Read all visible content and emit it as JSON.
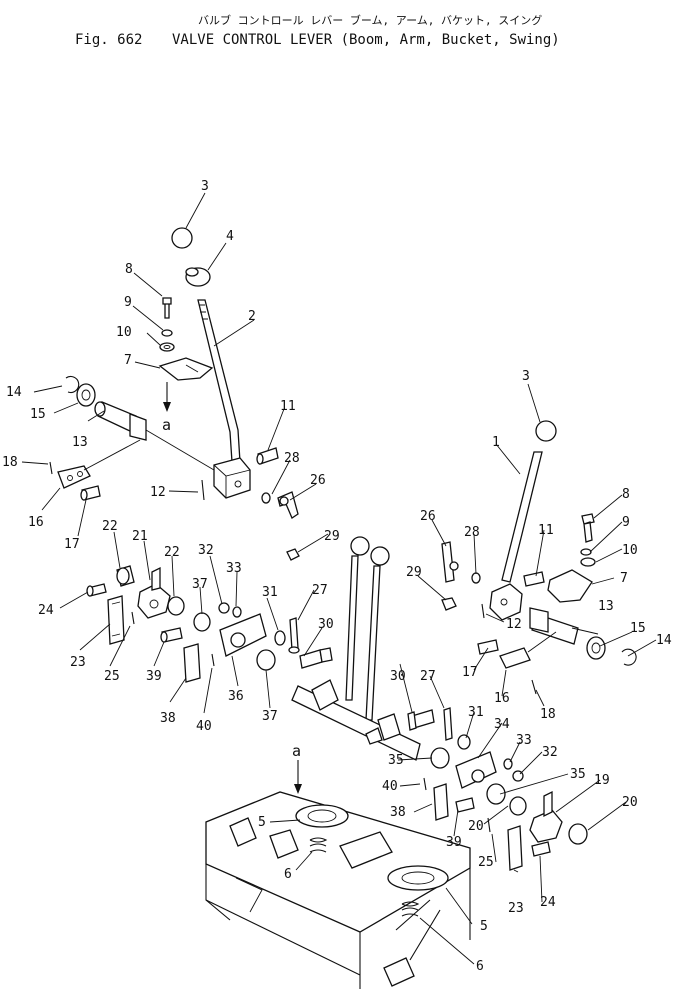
{
  "header": {
    "japanese_title": "バルブ コントロール レバー  ブーム, アーム, バケット, スイング",
    "fig_number": "Fig. 662",
    "english_title": "VALVE CONTROL LEVER (Boom, Arm, Bucket, Swing)"
  },
  "view_marker": "a",
  "labels": {
    "l3a": "3",
    "l4": "4",
    "l8a": "8",
    "l9a": "9",
    "l10a": "10",
    "l7a": "7",
    "l2": "2",
    "l14a": "14",
    "l15a": "15",
    "l13a": "13",
    "la1": "a",
    "l18a": "18",
    "l16a": "16",
    "l17a": "17",
    "l12a": "12",
    "l11a": "11",
    "l28a": "28",
    "l26a": "26",
    "l22a": "22",
    "l21": "21",
    "l22b": "22",
    "l32a": "32",
    "l33a": "33",
    "l37a": "37",
    "l24a": "24",
    "l23a": "23",
    "l25a": "25",
    "l39a": "39",
    "l38a": "38",
    "l40a": "40",
    "l36": "36",
    "l37b": "37",
    "l31a": "31",
    "l29a": "29",
    "l27a": "27",
    "l30a": "30",
    "l3b": "3",
    "l1": "1",
    "l8b": "8",
    "l9b": "9",
    "l10b": "10",
    "l7b": "7",
    "l26b": "26",
    "l28b": "28",
    "l11b": "11",
    "l29b": "29",
    "l12b": "12",
    "l13b": "13",
    "l15b": "15",
    "l14b": "14",
    "l17b": "17",
    "l16b": "16",
    "l18b": "18",
    "l30b": "30",
    "l27b": "27",
    "l31b": "31",
    "l34": "34",
    "l35a": "35",
    "l33b": "33",
    "l32b": "32",
    "l40b": "40",
    "l35b": "35",
    "l19": "19",
    "l38b": "38",
    "l39b": "39",
    "l20a": "20",
    "l20b": "20",
    "l25b": "25",
    "l23b": "23",
    "l24b": "24",
    "la2": "a",
    "l5a": "5",
    "l6a": "6",
    "l5b": "5",
    "l6b": "6"
  }
}
